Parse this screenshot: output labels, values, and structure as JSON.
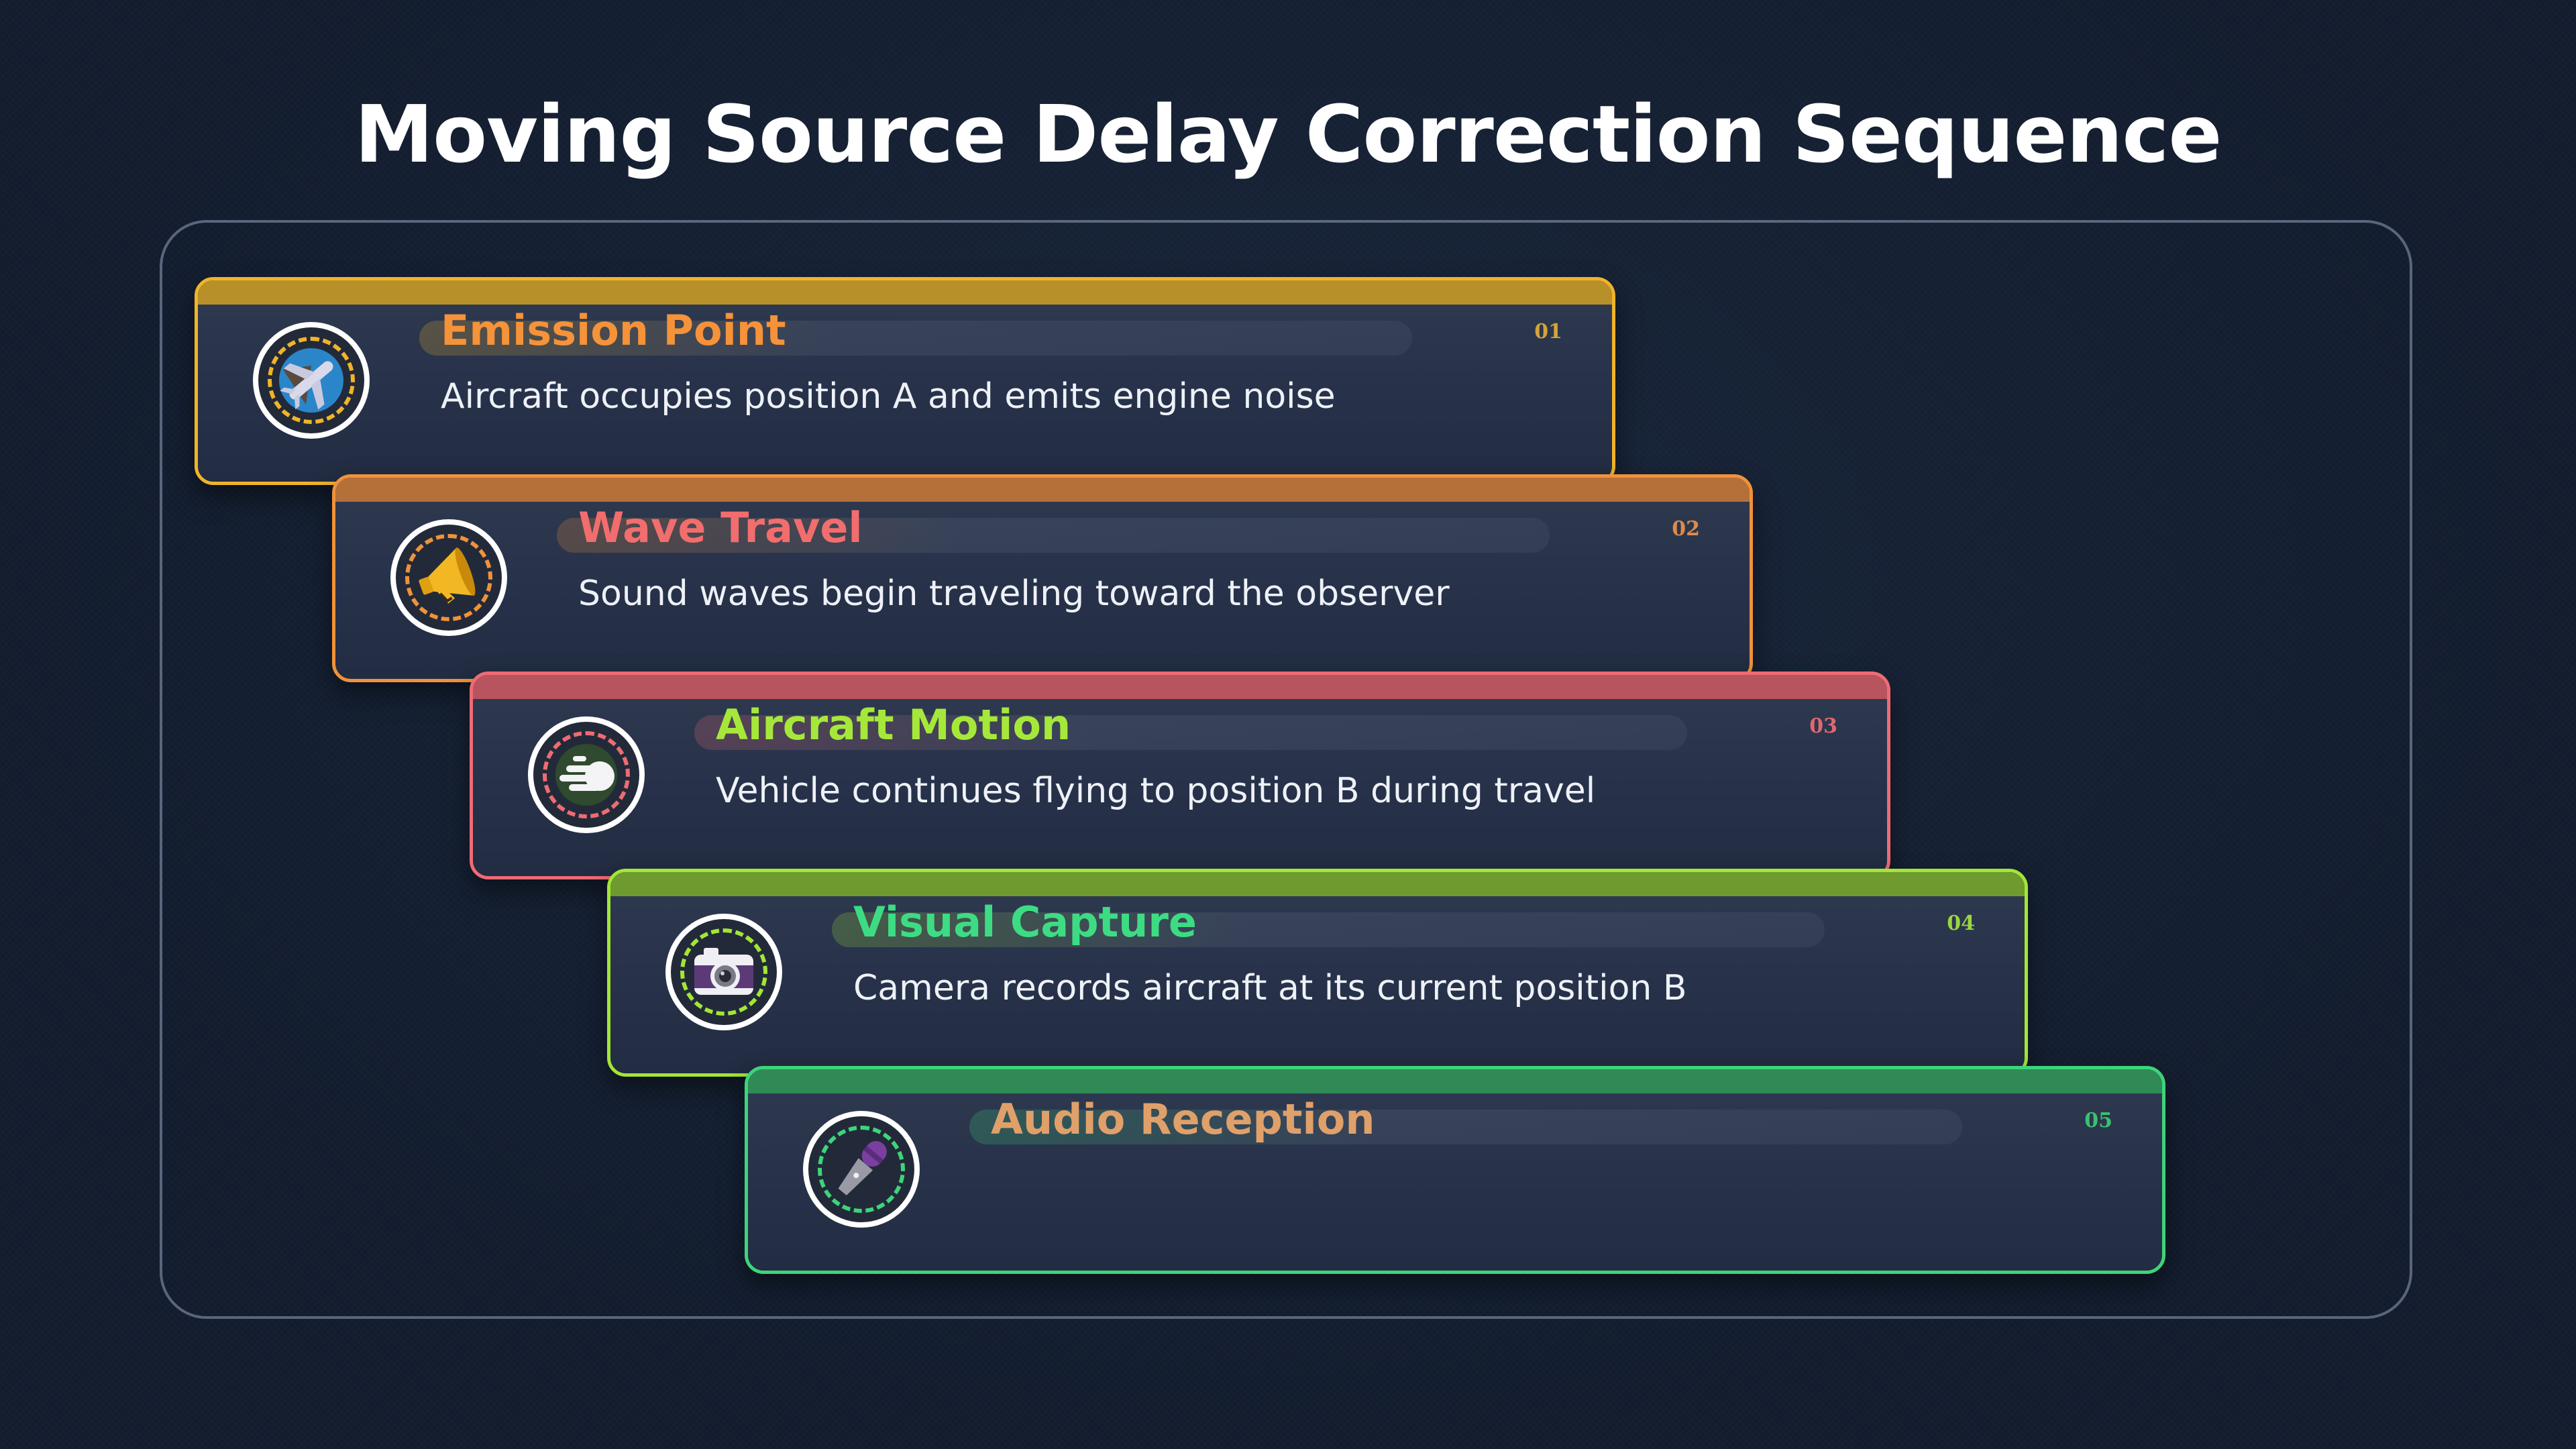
{
  "title": "Moving Source Delay Correction Sequence",
  "steps": [
    {
      "number": "01",
      "title": "Emission Point",
      "description": "Aircraft occupies position A and emits engine noise",
      "icon": "airplane-icon",
      "accent_color": "#f0b429",
      "title_color": "#f5923a"
    },
    {
      "number": "02",
      "title": "Wave Travel",
      "description": "Sound waves begin traveling toward the observer",
      "icon": "megaphone-icon",
      "accent_color": "#f0923a",
      "title_color": "#f26d6d"
    },
    {
      "number": "03",
      "title": "Aircraft Motion",
      "description": "Vehicle continues flying to position B during travel",
      "icon": "comet-icon",
      "accent_color": "#ef6b73",
      "title_color": "#a6e83a"
    },
    {
      "number": "04",
      "title": "Visual Capture",
      "description": "Camera records aircraft at its current position B",
      "icon": "camera-icon",
      "accent_color": "#a3e635",
      "title_color": "#3ddc84"
    },
    {
      "number": "05",
      "title": "Audio Reception",
      "description": "",
      "icon": "microphone-icon",
      "accent_color": "#3ed47a",
      "title_color": "#e0a06a"
    }
  ]
}
